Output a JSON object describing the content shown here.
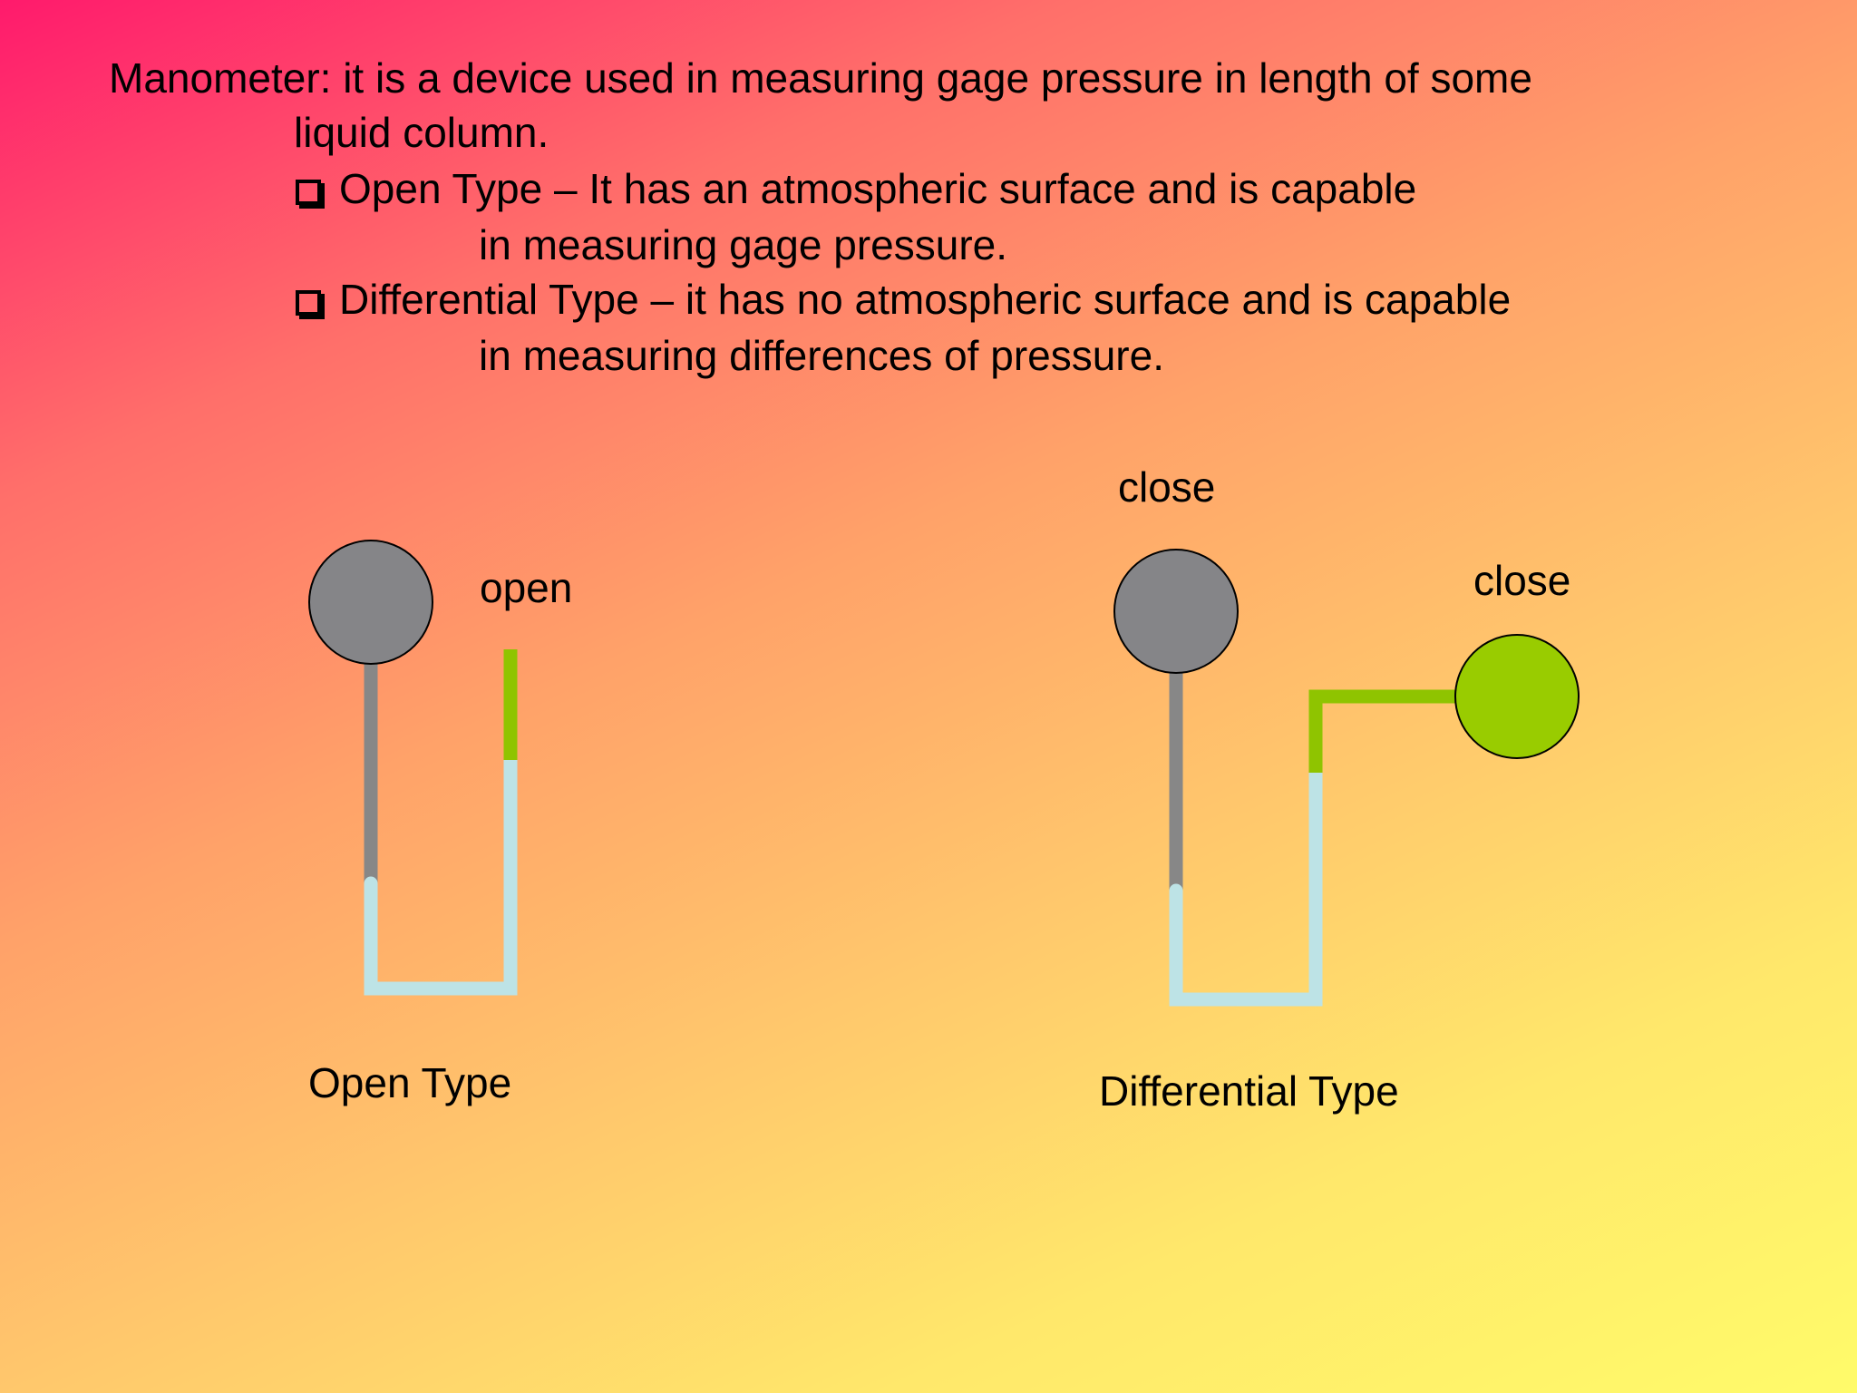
{
  "definition": {
    "line1": "Manometer: it is a device used in measuring gage pressure in length of some",
    "line2": "liquid column."
  },
  "bullets": [
    {
      "icon": "checkbox-square-icon",
      "line1": "Open Type – It has an atmospheric surface and is capable",
      "line2": "in measuring gage pressure."
    },
    {
      "icon": "checkbox-square-icon",
      "line1": "Differential Type – it has no atmospheric surface and is capable",
      "line2": "in measuring differences of pressure."
    }
  ],
  "open_type": {
    "end_label": "open",
    "caption": "Open Type"
  },
  "differential_type": {
    "bulb_label_left": "close",
    "bulb_label_right": "close",
    "caption": "Differential Type"
  },
  "colors": {
    "bulb_gray": "#858588",
    "bulb_green": "#99cc00",
    "tube_gray": "#878787",
    "tube_light_blue": "#bde3e6",
    "tube_green": "#8fc400",
    "background_start": "#ff1a6c",
    "background_end": "#fffb6a"
  }
}
